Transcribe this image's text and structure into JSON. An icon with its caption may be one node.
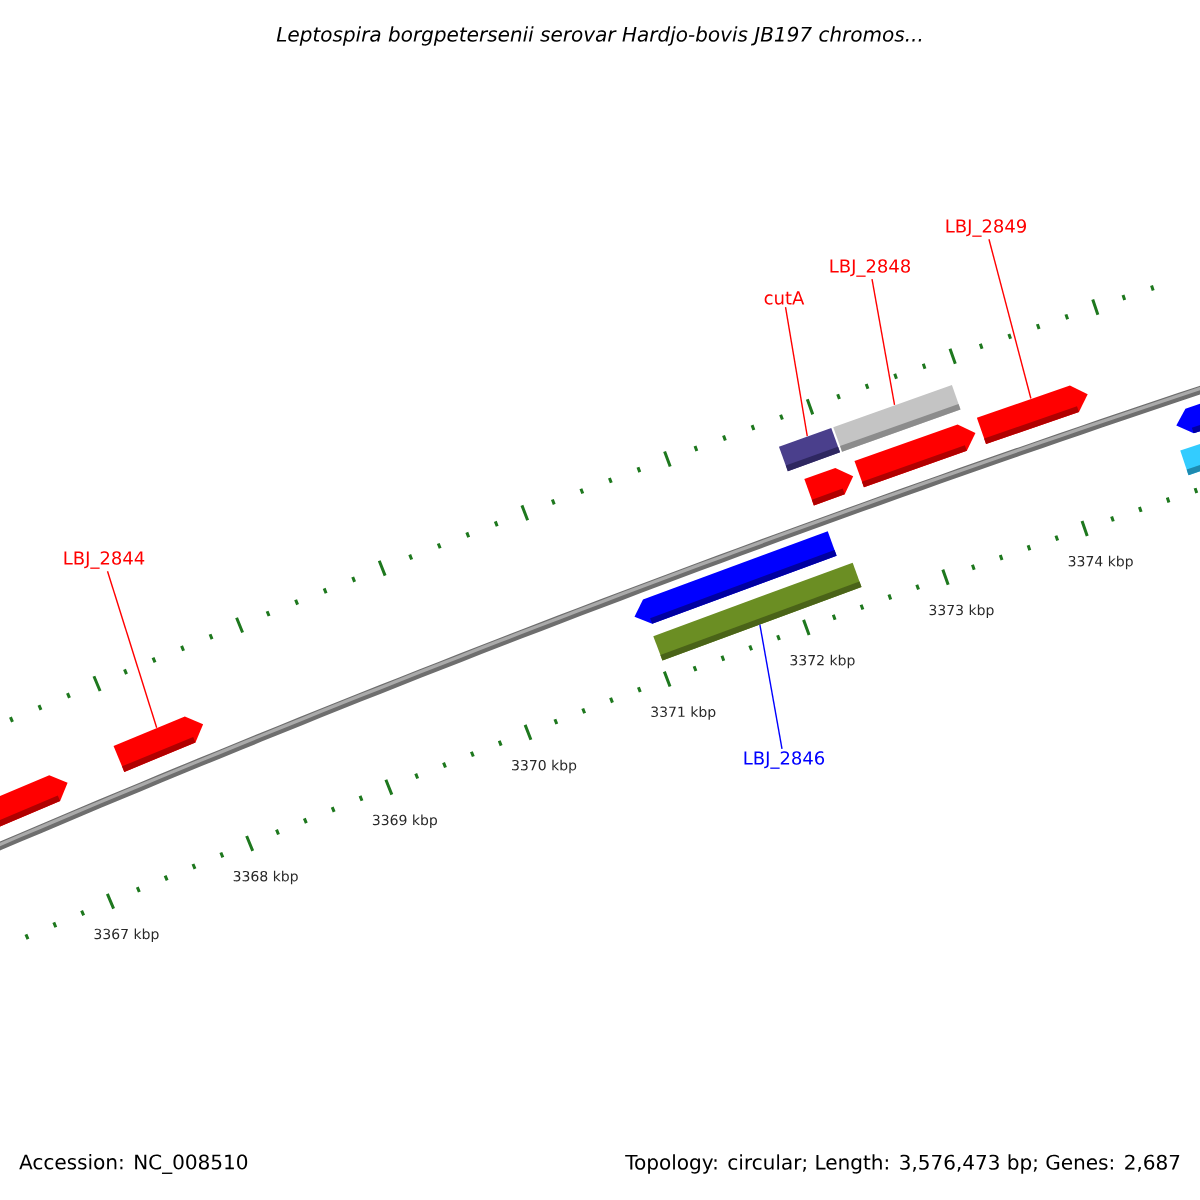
{
  "diagram": {
    "title": "Leptospira borgpetersenii serovar Hardjo-bovis JB197 chromos...",
    "nodes": [
      {
        "text": [
          "LBJ_2844"
        ]
      },
      {
        "text": [],
        "shape": "bar"
      },
      {
        "text": [
          "cutA"
        ]
      },
      {
        "text": [],
        "shape": "bar"
      },
      {
        "text": [
          "LBJ_2848"
        ]
      },
      {
        "text": [],
        "shape": "bar"
      },
      {
        "text": [
          "LBJ_2849"
        ]
      },
      {
        "text": [],
        "shape": "bar"
      },
      {
        "text": [
          "LBJ_2846"
        ]
      },
      {
        "text": [],
        "shape": "bar"
      },
      {
        "text": [],
        "shape": "bar"
      },
      {
        "text": [],
        "shape": "bar"
      },
      {
        "text": [],
        "shape": "bar"
      },
      {
        "text": [],
        "shape": "bar"
      },
      {
        "text": [],
        "shape": "bar"
      },
      {
        "text": [],
        "shape": "bar"
      }
    ],
    "edges": [
      {
        "from": 0,
        "to": 1,
        "arrow": "none"
      },
      {
        "from": 2,
        "to": 3,
        "arrow": "none"
      },
      {
        "from": 4,
        "to": 5,
        "arrow": "none"
      },
      {
        "from": 6,
        "to": 7,
        "arrow": "none"
      },
      {
        "from": 8,
        "to": 9,
        "arrow": "none",
        "color": "#0000ff"
      }
    ],
    "labels": [
      "3367 kbp",
      "3368 kbp",
      "3369 kbp",
      "3370 kbp",
      "3371 kbp",
      "3372 kbp",
      "3373 kbp",
      "3374 kbp",
      "Accession: NC_008510",
      "Topology: circular; Length: 3,576,473 bp; Genes: 2,687"
    ]
  }
}
